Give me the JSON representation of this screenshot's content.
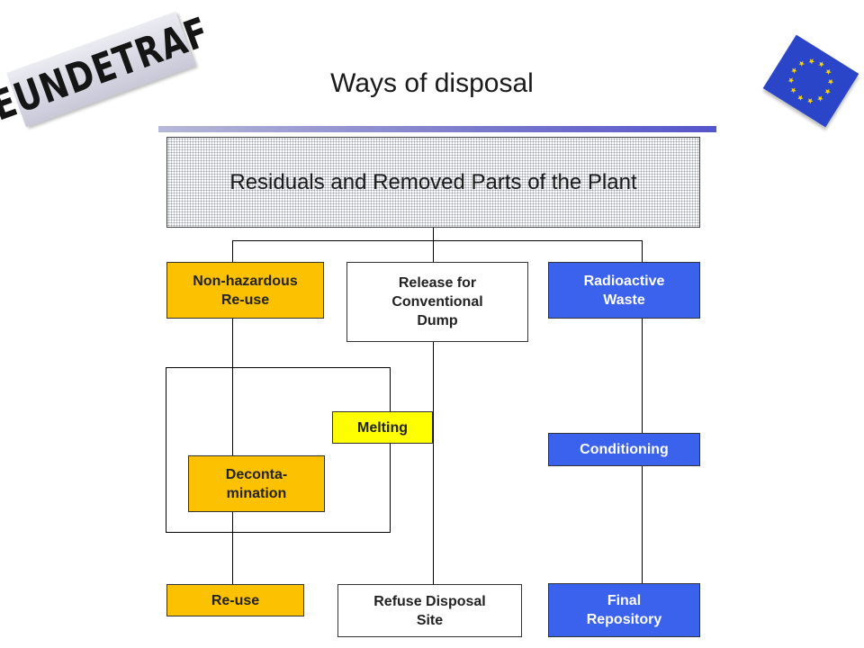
{
  "logo": {
    "text": "EUNDETRAF"
  },
  "flag": {
    "icon": "eu-flag-icon",
    "colors": {
      "field": "#2a45c8",
      "stars": "#ffd700"
    }
  },
  "header": {
    "title": "Ways of disposal"
  },
  "diagram": {
    "root": "Residuals and Removed Parts of the Plant",
    "categories": {
      "non_hazardous": "Non-hazardous\nRe-use",
      "release": "Release for\nConventional\nDump",
      "radioactive": "Radioactive\nWaste"
    },
    "processes": {
      "melting": "Melting",
      "decontamination": "Deconta-\nmination",
      "conditioning": "Conditioning"
    },
    "outcomes": {
      "reuse": "Re-use",
      "refuse_site": "Refuse Disposal\nSite",
      "final_repository": "Final\nRepository"
    },
    "colors": {
      "non_hazardous": "#fcc100",
      "radioactive": "#3a62ec",
      "melting": "#ffff00",
      "release": "#ffffff"
    }
  }
}
